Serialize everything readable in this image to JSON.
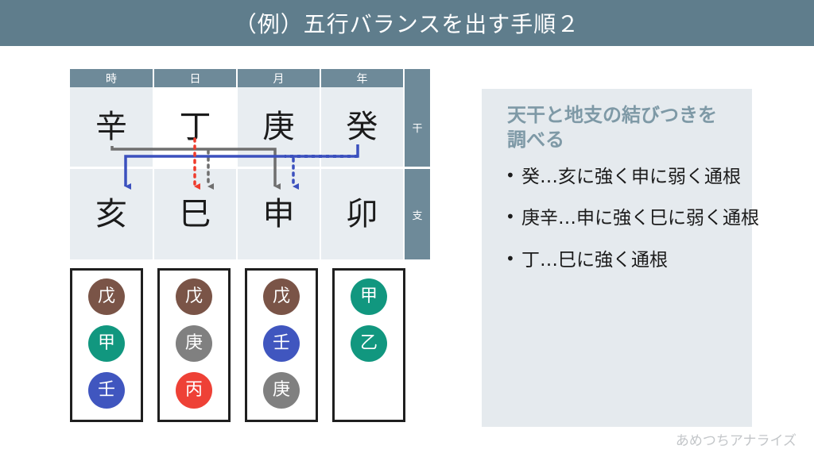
{
  "title": "（例）五行バランスを出す手順２",
  "colors": {
    "title_bar": "#5f7d8c",
    "table_header": "#6e8a99",
    "table_cell": "#e8edf1",
    "day_column": "#ffffff",
    "panel_bg": "#e5eaee",
    "panel_heading": "#7e99a6",
    "arrow_gray": "#6f6f6f",
    "arrow_blue": "#3b50be",
    "arrow_red": "#ef3b2c",
    "badge_brown": "#7a5447",
    "badge_teal": "#11977f",
    "badge_blue": "#4056bf",
    "badge_gray": "#808080",
    "badge_red": "#ee4136"
  },
  "table": {
    "headers": [
      "時",
      "日",
      "月",
      "年",
      ""
    ],
    "row_labels": [
      "干",
      "支"
    ],
    "stems": [
      "辛",
      "丁",
      "庚",
      "癸"
    ],
    "branches": [
      "亥",
      "巳",
      "申",
      "卯"
    ]
  },
  "connectors": [
    {
      "from": "辛",
      "to": "亥",
      "color": "#3b50be",
      "style": "solid"
    },
    {
      "from": "癸",
      "to": "亥",
      "color": "#3b50be",
      "style": "solid"
    },
    {
      "from": "癸",
      "to": "申",
      "color": "#3b50be",
      "style": "dotted"
    },
    {
      "from": "辛",
      "to": "申",
      "color": "#6f6f6f",
      "style": "solid"
    },
    {
      "from": "庚",
      "to": "申",
      "color": "#6f6f6f",
      "style": "solid"
    },
    {
      "from": "庚",
      "to": "巳",
      "color": "#6f6f6f",
      "style": "dotted"
    },
    {
      "from": "丁",
      "to": "巳",
      "color": "#ef3b2c",
      "style": "dotted"
    }
  ],
  "hidden_stem_boxes": [
    {
      "pillar": "時",
      "badges": [
        {
          "label": "戊",
          "color": "#7a5447"
        },
        {
          "label": "甲",
          "color": "#11977f"
        },
        {
          "label": "壬",
          "color": "#4056bf"
        }
      ]
    },
    {
      "pillar": "日",
      "badges": [
        {
          "label": "戊",
          "color": "#7a5447"
        },
        {
          "label": "庚",
          "color": "#808080"
        },
        {
          "label": "丙",
          "color": "#ee4136"
        }
      ]
    },
    {
      "pillar": "月",
      "badges": [
        {
          "label": "戊",
          "color": "#7a5447"
        },
        {
          "label": "壬",
          "color": "#4056bf"
        },
        {
          "label": "庚",
          "color": "#808080"
        }
      ]
    },
    {
      "pillar": "年",
      "badges": [
        {
          "label": "甲",
          "color": "#11977f"
        },
        {
          "label": "乙",
          "color": "#11977f"
        }
      ]
    }
  ],
  "side_panel": {
    "heading": "天干と地支の結びつきを調べる",
    "bullets": [
      "癸…亥に強く申に弱く通根",
      "庚辛…申に強く巳に弱く通根",
      "丁…巳に強く通根"
    ]
  },
  "watermark": "あめつちアナライズ"
}
